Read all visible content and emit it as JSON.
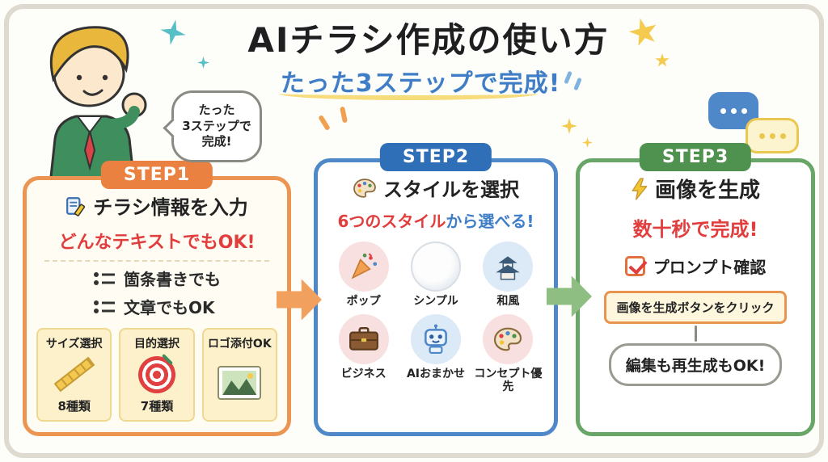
{
  "title": "AIチラシ作成の使い方",
  "subtitle": "たった3ステップで完成!",
  "character_bubble": "たった\n3ステップで\n完成!",
  "colors": {
    "step1_accent": "#EA8140",
    "step2_accent": "#2E6FB7",
    "step3_accent": "#4F924F",
    "highlight_red": "#E23D3D",
    "highlight_blue": "#3F7EC6"
  },
  "steps": [
    {
      "label": "STEP1",
      "heading": "チラシ情報を入力",
      "heading_icon": "memo-pencil-icon",
      "highlight": "どんなテキストでもOK!",
      "bullets": [
        "箇条書きでも",
        "文章でもOK"
      ],
      "options": [
        {
          "title": "サイズ選択",
          "icon": "ruler-icon",
          "count": "8種類"
        },
        {
          "title": "目的選択",
          "icon": "target-icon",
          "count": "7種類"
        },
        {
          "title": "ロゴ添付OK",
          "icon": "logo-image-icon",
          "count": ""
        }
      ]
    },
    {
      "label": "STEP2",
      "heading": "スタイルを選択",
      "heading_icon": "palette-icon",
      "highlight_red": "6つのスタイル",
      "highlight_blue": "から選べる!",
      "style_options": [
        {
          "name": "ポップ",
          "icon": "party-popper-icon"
        },
        {
          "name": "シンプル",
          "icon": "plain-circle-icon"
        },
        {
          "name": "和風",
          "icon": "castle-icon"
        },
        {
          "name": "ビジネス",
          "icon": "briefcase-icon"
        },
        {
          "name": "AIおまかせ",
          "icon": "robot-icon"
        },
        {
          "name": "コンセプト優先",
          "icon": "palette-icon"
        }
      ]
    },
    {
      "label": "STEP3",
      "heading": "画像を生成",
      "heading_icon": "lightning-icon",
      "highlight": "数十秒で完成!",
      "check_item": "プロンプト確認",
      "check_icon": "checkbox-checked-icon",
      "button_label": "画像を生成ボタンをクリック",
      "note": "編集も再生成もOK!"
    }
  ]
}
